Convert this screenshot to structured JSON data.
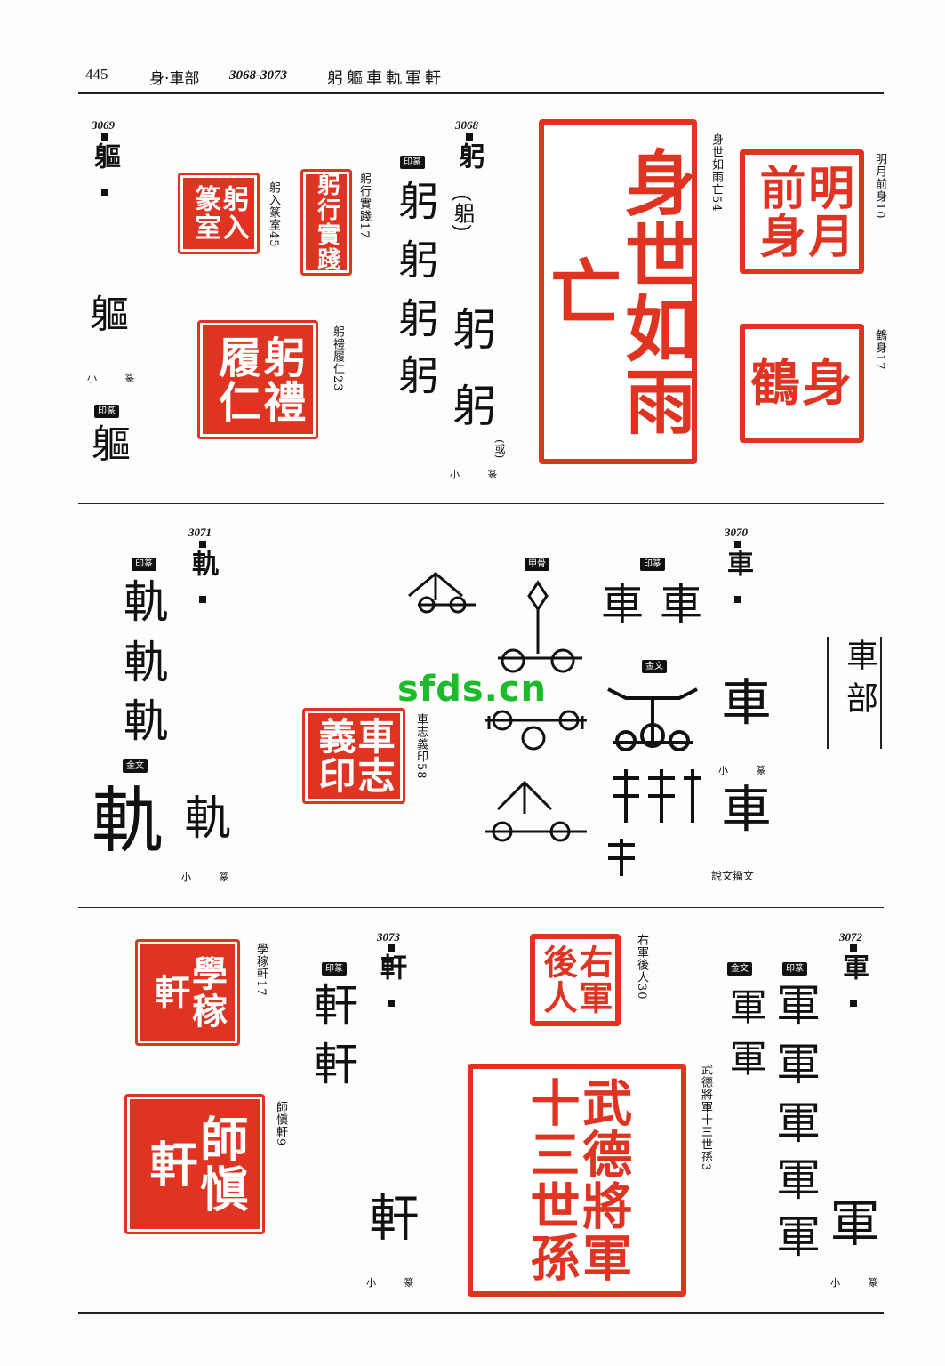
{
  "header": {
    "page_number": "445",
    "section": "身·車部",
    "range": "3068-3073",
    "chars": "躬軀車軌軍軒"
  },
  "labels": {
    "yinzhuan": "印篆",
    "jinwen": "金文",
    "jiagu": "甲骨",
    "xiaozhuan": "小 篆",
    "huo": "(或)",
    "shuowen_zhouwen": "說文籀文"
  },
  "radical_box": {
    "text": "車部"
  },
  "entries": [
    {
      "id": "e3069",
      "number": "3069",
      "head": "軀",
      "forms": [
        "軀"
      ],
      "seal_forms": [
        "軀"
      ]
    },
    {
      "id": "e3068",
      "number": "3068",
      "head": "躬",
      "alt": "(躳)",
      "seal_forms": [
        "躬",
        "躬",
        "躬",
        "躬"
      ],
      "small_forms": [
        "躬",
        "躬"
      ]
    },
    {
      "id": "e3071",
      "number": "3071",
      "head": "軌",
      "seal_forms": [
        "軌",
        "軌",
        "軌"
      ],
      "jinwen_forms": [
        "軌"
      ],
      "small_forms": [
        "軌"
      ]
    },
    {
      "id": "e3070",
      "number": "3070",
      "head": "車",
      "seal_forms": [
        "車",
        "車"
      ],
      "small_forms": [
        "車"
      ],
      "zhouwen_forms": [
        "車"
      ]
    },
    {
      "id": "e3073",
      "number": "3073",
      "head": "軒",
      "seal_forms": [
        "軒",
        "軒"
      ],
      "small_forms": [
        "軒"
      ]
    },
    {
      "id": "e3072",
      "number": "3072",
      "head": "軍",
      "seal_forms": [
        "軍",
        "軍",
        "軍",
        "軍",
        "軍"
      ],
      "jinwen_forms": [
        "軍",
        "軍"
      ],
      "small_forms": [
        "軍"
      ]
    }
  ],
  "seals": [
    {
      "id": "s1",
      "text": "躬入篆室",
      "caption": "躬入篆室45"
    },
    {
      "id": "s2",
      "text": "躬行實踐",
      "caption": "躬行實踐17"
    },
    {
      "id": "s3",
      "text": "躬禮履仁",
      "caption": "躬禮履仁23"
    },
    {
      "id": "s4",
      "text": "身世如雨亡",
      "caption": "身世如雨亡54"
    },
    {
      "id": "s5",
      "text": "明月前身",
      "caption": "明月前身10"
    },
    {
      "id": "s6",
      "text": "鶴身",
      "caption": "鶴身17"
    },
    {
      "id": "s7",
      "text": "車志義印",
      "caption": "車志義印58"
    },
    {
      "id": "s8",
      "text": "學稼軒",
      "caption": "學稼軒17"
    },
    {
      "id": "s9",
      "text": "師愼軒",
      "caption": "師愼軒9"
    },
    {
      "id": "s10",
      "text": "右軍後人",
      "caption": "右軍後人30"
    },
    {
      "id": "s11",
      "text": "武德將軍十三世孫",
      "caption": "武德將軍十三世孫3"
    }
  ],
  "watermark": "sfds.cn",
  "colors": {
    "seal_red": "#e03423",
    "ink": "#111111",
    "watermark": "#1dbb2b"
  }
}
